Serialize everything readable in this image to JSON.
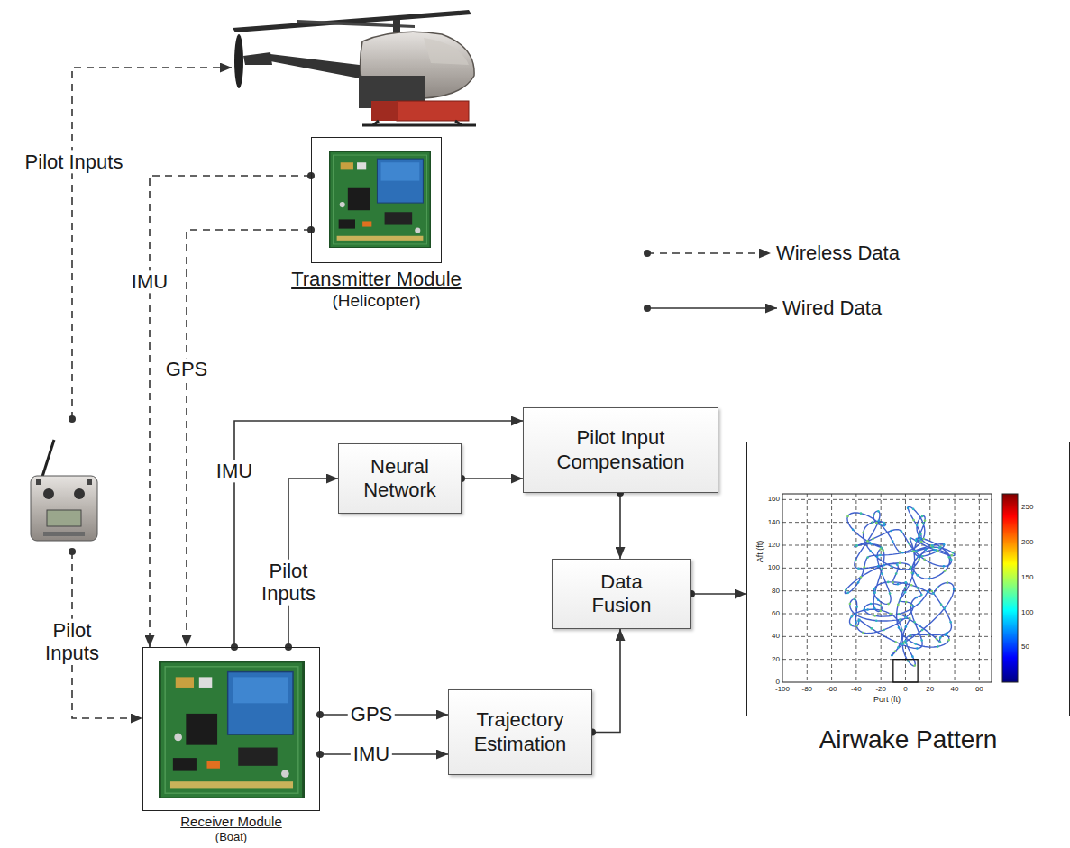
{
  "diagram": {
    "nodes": [
      {
        "text": [
          "Transmitter Module",
          "(Helicopter)"
        ]
      },
      {
        "text": [
          "Pilot Input Compensation"
        ]
      },
      {
        "text": [
          "Neural Network"
        ]
      },
      {
        "text": [
          "Data Fusion"
        ]
      },
      {
        "text": [
          "Airwake Pattern"
        ]
      },
      {
        "text": [
          "Receiver Module",
          "(Boat)"
        ]
      },
      {
        "text": [
          "Trajectory Estimation"
        ]
      }
    ],
    "edges": [
      {
        "from": 0,
        "to": 5,
        "label": "IMU",
        "arrow": "to"
      },
      {
        "from": 0,
        "to": 5,
        "label": "GPS",
        "arrow": "to"
      },
      {
        "from": 5,
        "to": 1,
        "label": "IMU",
        "arrow": "to"
      },
      {
        "from": 5,
        "to": 2,
        "label": "Pilot Inputs",
        "arrow": "to"
      },
      {
        "from": 2,
        "to": 1,
        "arrow": "to"
      },
      {
        "from": 1,
        "to": 3,
        "arrow": "to"
      },
      {
        "from": 3,
        "to": 4,
        "arrow": "to"
      },
      {
        "from": 5,
        "to": 6,
        "label": "GPS",
        "arrow": "to"
      },
      {
        "from": 5,
        "to": 6,
        "label": "IMU",
        "arrow": "to"
      },
      {
        "from": 6,
        "to": 3,
        "arrow": "to"
      }
    ],
    "labels": [
      "Pilot Inputs",
      "Pilot Inputs",
      "Aft (ft)",
      "Port (ft)",
      "160",
      "140",
      "120",
      "100",
      "80",
      "60",
      "40",
      "20",
      "0",
      "-100",
      "-80",
      "-60",
      "-40",
      "-20",
      "0",
      "20",
      "40",
      "60",
      "250",
      "200",
      "150",
      "100",
      "50"
    ],
    "legend": [
      {
        "text": "Wireless Data"
      },
      {
        "text": "Wired Data"
      }
    ]
  }
}
